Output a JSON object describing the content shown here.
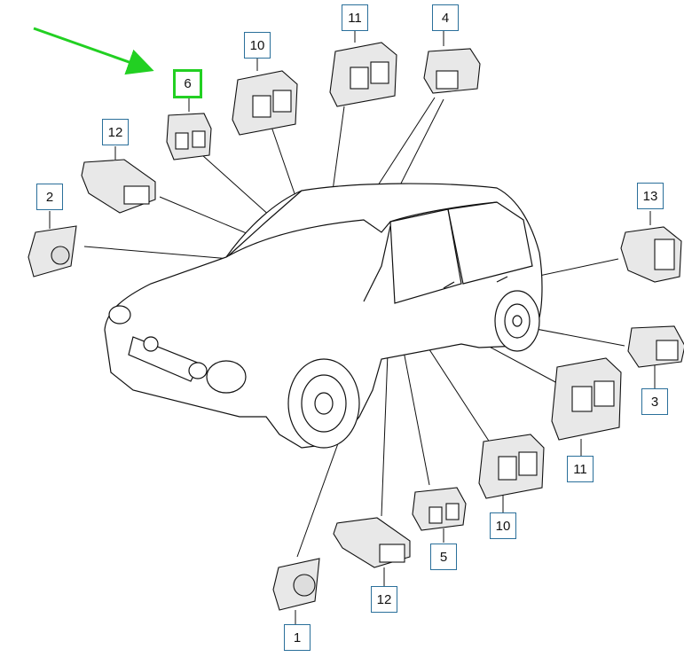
{
  "diagram": {
    "highlight_color": "#22d022",
    "box_border_color": "#2a6f9a",
    "callouts": [
      {
        "id": "c6",
        "label": "6",
        "highlighted": true
      },
      {
        "id": "c10a",
        "label": "10"
      },
      {
        "id": "c11a",
        "label": "11"
      },
      {
        "id": "c4",
        "label": "4"
      },
      {
        "id": "c12a",
        "label": "12"
      },
      {
        "id": "c2",
        "label": "2"
      },
      {
        "id": "c13",
        "label": "13"
      },
      {
        "id": "c3",
        "label": "3"
      },
      {
        "id": "c11b",
        "label": "11"
      },
      {
        "id": "c10b",
        "label": "10"
      },
      {
        "id": "c5",
        "label": "5"
      },
      {
        "id": "c12b",
        "label": "12"
      },
      {
        "id": "c1",
        "label": "1"
      }
    ],
    "icons": [
      "green-arrow-icon",
      "car-icon",
      "window-switch-icon",
      "mirror-adjust-knob-icon",
      "hazard-switch-icon",
      "door-switch-icon"
    ]
  }
}
